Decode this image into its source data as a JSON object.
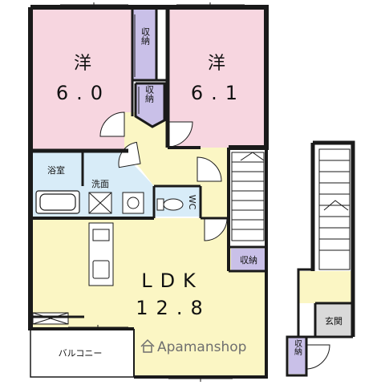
{
  "colors": {
    "wall": "#1a1a1a",
    "bedroom": "#f7d6e0",
    "living": "#fbf6c4",
    "wet": "#d8ecf8",
    "storage": "#c9c0e8",
    "balcony": "#ffffff",
    "entrance": "#d9d9d9"
  },
  "rooms": {
    "bedroom1": {
      "label": "洋",
      "size": "6.0"
    },
    "bedroom2": {
      "label": "洋",
      "size": "6.1"
    },
    "ldk": {
      "label": "LDK",
      "size": "12.8"
    },
    "bath": "浴室",
    "washroom": "洗面",
    "wc": "WC",
    "balcony": "バルコニー",
    "entrance": "玄関"
  },
  "storage_label": "収納",
  "watermark": "Apamanshop"
}
